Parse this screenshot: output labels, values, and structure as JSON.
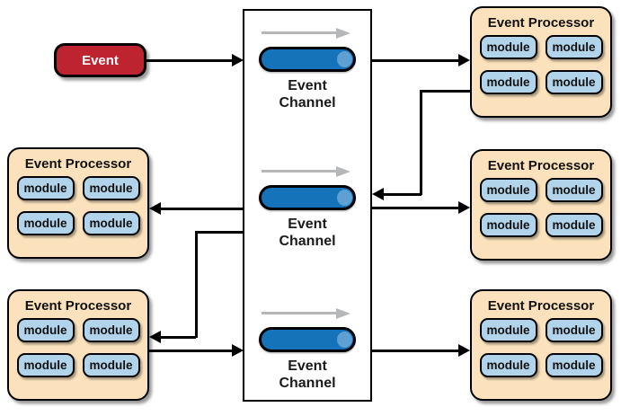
{
  "colors": {
    "event_red": "#be2330",
    "processor_tan": "#fbe2bc",
    "module_blue": "#b2d4ea",
    "cylinder_blue": "#1573ba",
    "cylinder_cap_blue": "#5e9fd4",
    "flow_arrow_gray": "#b5b7b9",
    "line_black": "#000000"
  },
  "event": {
    "label": "Event"
  },
  "channels": [
    {
      "label": "Event Channel"
    },
    {
      "label": "Event Channel"
    },
    {
      "label": "Event Channel"
    }
  ],
  "processors": [
    {
      "title": "Event Processor",
      "modules": [
        "module",
        "module",
        "module",
        "module"
      ]
    },
    {
      "title": "Event Processor",
      "modules": [
        "module",
        "module",
        "module",
        "module"
      ]
    },
    {
      "title": "Event Processor",
      "modules": [
        "module",
        "module",
        "module",
        "module"
      ]
    },
    {
      "title": "Event Processor",
      "modules": [
        "module",
        "module",
        "module",
        "module"
      ]
    },
    {
      "title": "Event Processor",
      "modules": [
        "module",
        "module",
        "module",
        "module"
      ]
    }
  ]
}
